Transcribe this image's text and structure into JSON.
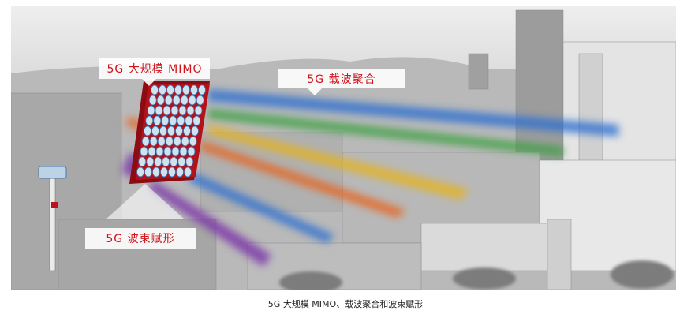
{
  "labels": {
    "mimo": "5G 大规模 MIMO",
    "carrier_aggregation": "5G 载波聚合",
    "beamforming": "5G 波束赋形"
  },
  "caption": "5G 大规模 MIMO、载波聚合和波束赋形",
  "colors": {
    "label_text": "#d0121b",
    "antenna": "#b3121b",
    "beam_blue": "#2f6fd0",
    "beam_green": "#3aa040",
    "beam_yellow": "#e6b21e",
    "beam_orange": "#e8641e",
    "beam_purple": "#7a35a8"
  }
}
